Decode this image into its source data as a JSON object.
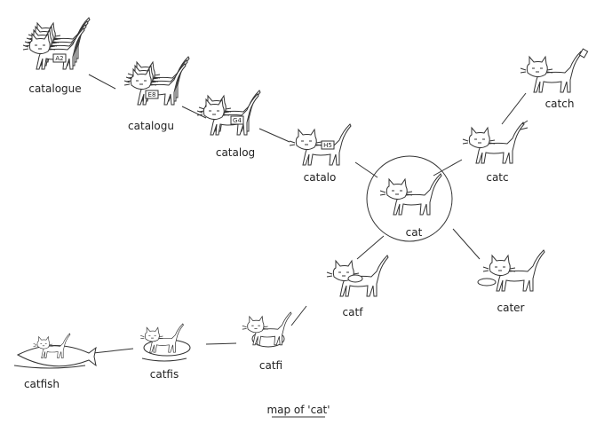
{
  "caption": "map of 'cat'",
  "nodes": {
    "catalogue": {
      "label": "catalogue",
      "tag": "A2"
    },
    "catalogu": {
      "label": "catalogu",
      "tag": "E8"
    },
    "catalog": {
      "label": "catalog",
      "tag": "G4"
    },
    "catalo": {
      "label": "catalo",
      "tag": "H5"
    },
    "cat": {
      "label": "cat"
    },
    "catc": {
      "label": "catc"
    },
    "catch": {
      "label": "catch"
    },
    "cater": {
      "label": "cater"
    },
    "catf": {
      "label": "catf"
    },
    "catfi": {
      "label": "catfi"
    },
    "catfis": {
      "label": "catfis"
    },
    "catfish": {
      "label": "catfish"
    }
  }
}
